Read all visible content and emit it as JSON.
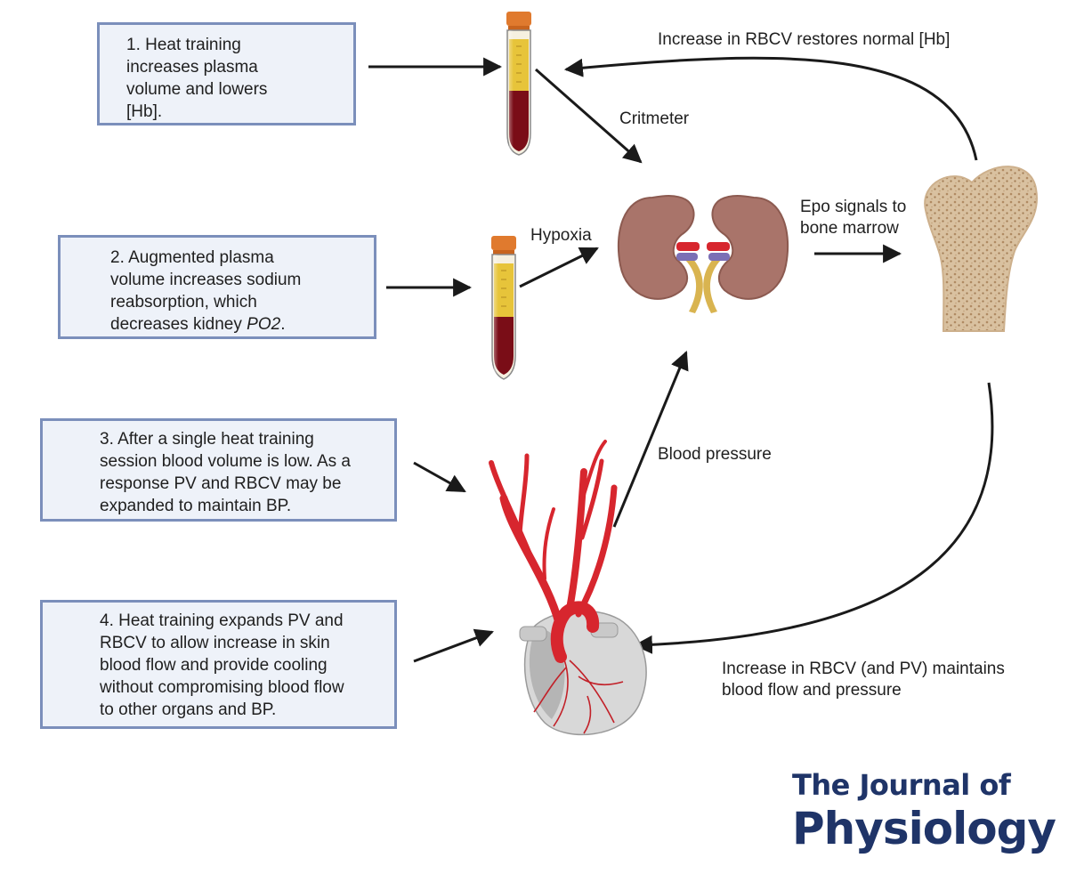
{
  "boxes": [
    {
      "text": "1.  Heat training\n     increases plasma\n     volume and lowers\n     [Hb]."
    },
    {
      "text": "2. Augmented plasma\n volume increases sodium\n reabsorption, which\n decreases kidney ",
      "tail": "PO2",
      "tail_after": "."
    },
    {
      "text": "3. After a single heat training\nsession blood volume is low. As a\nresponse PV and RBCV may be\nexpanded to maintain BP."
    },
    {
      "text": "4. Heat training expands PV and\nRBCV to allow increase in skin\nblood flow and provide cooling\nwithout compromising blood flow\nto other organs and BP."
    }
  ],
  "labels": {
    "rbcv_restores": "Increase in RBCV restores normal [Hb]",
    "critmeter": "Critmeter",
    "hypoxia": "Hypoxia",
    "epo": "Epo signals to\nbone marrow",
    "blood_pressure": "Blood pressure",
    "rbcv_maintains": "Increase in RBCV (and PV) maintains\nblood flow and pressure"
  },
  "journal": {
    "line1": "The Journal of",
    "line2": "Physiology"
  },
  "colors": {
    "box_fill": "#eef2f9",
    "box_border": "#7b8fbb",
    "blood": "#7a0d17",
    "plasma": "#e7c43a",
    "cap": "#e07a2e",
    "kidney": "#a9746a",
    "bone": "#d9c1a0",
    "vessel": "#d7262e",
    "journal": "#1f3468"
  },
  "icons": [
    "blood-tube-icon",
    "kidney-icon",
    "bone-icon",
    "heart-icon"
  ]
}
